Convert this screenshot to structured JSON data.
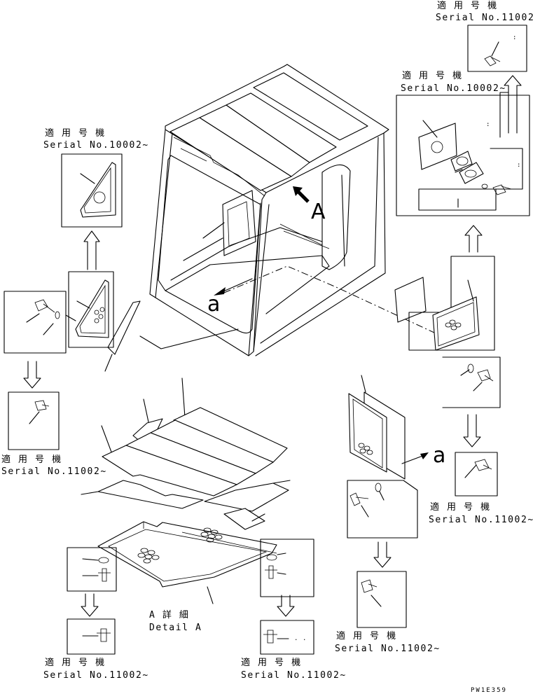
{
  "labels": {
    "applicable_model": "適 用 号 機",
    "serial_10002": "Serial No.10002~",
    "serial_11002": "Serial No.11002~",
    "detail_jp": "A 詳 細",
    "detail_en": "Detail A",
    "view_a": "a",
    "view_A": "A",
    "drawing_id": "PW1E359"
  }
}
